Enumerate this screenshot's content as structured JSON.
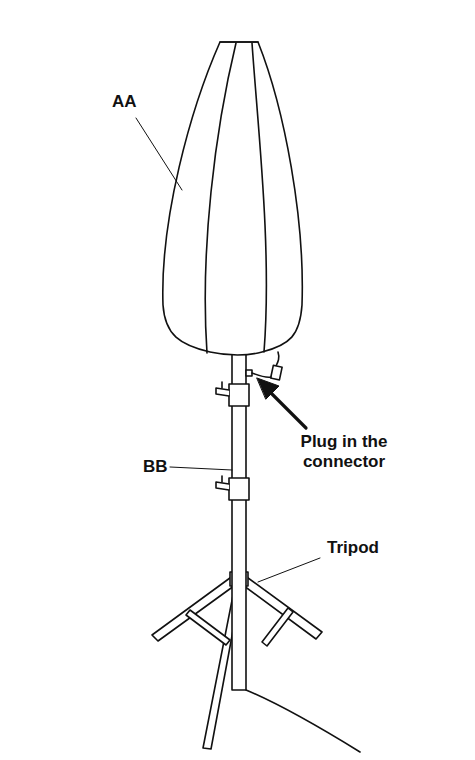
{
  "diagram": {
    "labels": [
      "AA",
      "BB",
      "Plug in the connector",
      "Tripod"
    ]
  }
}
